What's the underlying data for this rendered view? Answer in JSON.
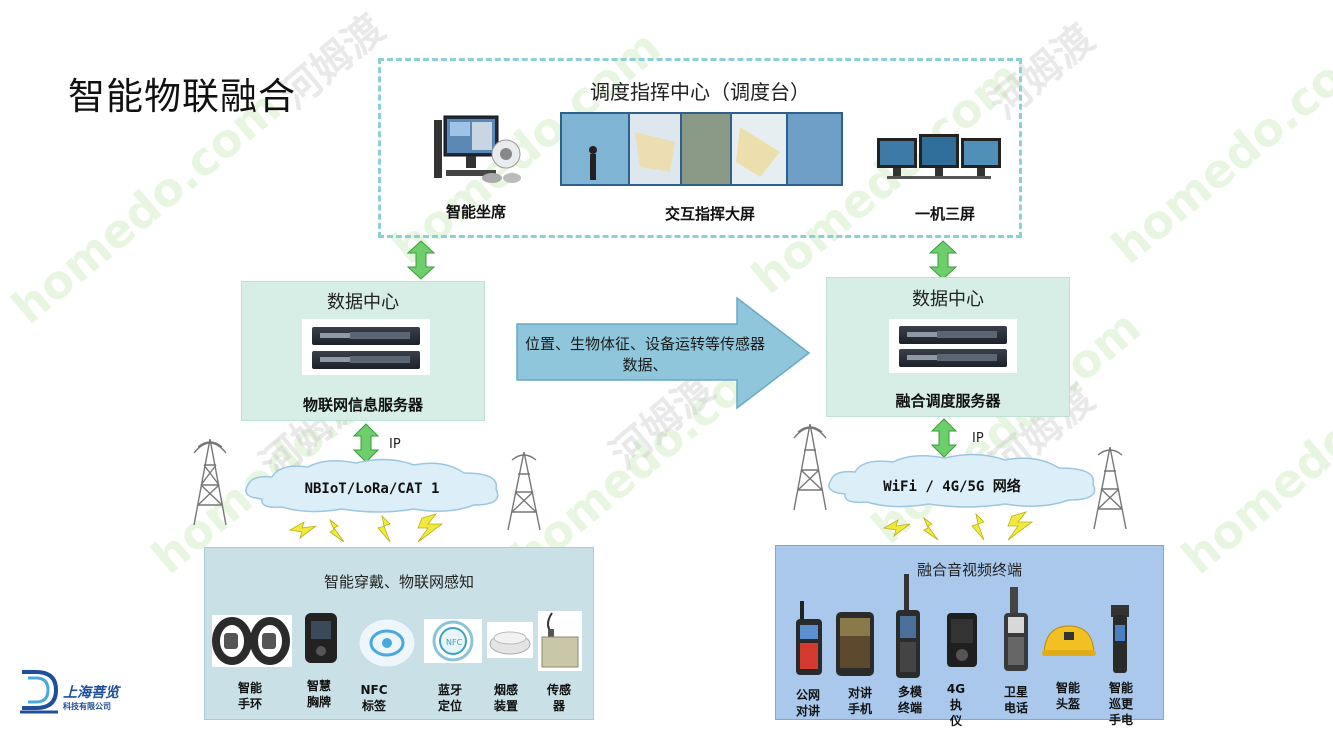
{
  "page_title": "智能物联融合",
  "dispatch_center": {
    "title": "调度指挥中心（调度台）",
    "items": [
      "智能坐席",
      "交互指挥大屏",
      "一机三屏"
    ]
  },
  "left_data_center": {
    "title": "数据中心",
    "server_label": "物联网信息服务器",
    "link_label": "IP",
    "network": "NBIoT/LoRa/CAT 1"
  },
  "right_data_center": {
    "title": "数据中心",
    "server_label": "融合调度服务器",
    "link_label": "IP",
    "network": "WiFi / 4G/5G 网络"
  },
  "flow_arrow_text": "位置、生物体征、设备运转等传感器数据、",
  "left_terminals": {
    "title": "智能穿戴、物联网感知",
    "devices": [
      {
        "label": "智能\n手环"
      },
      {
        "label": "智慧\n胸牌"
      },
      {
        "label": "NFC\n标签"
      },
      {
        "label": "蓝牙\n定位"
      },
      {
        "label": "烟感\n装置"
      },
      {
        "label": "传感\n器"
      }
    ]
  },
  "right_terminals": {
    "title": "融合音视频终端",
    "devices": [
      {
        "label": "公网\n对讲"
      },
      {
        "label": "对讲\n手机"
      },
      {
        "label": "多模\n终端"
      },
      {
        "label": "4G\n执\n仪"
      },
      {
        "label": "卫星\n电话"
      },
      {
        "label": "智能\n头盔"
      },
      {
        "label": "智能\n巡更\n手电"
      }
    ]
  },
  "logo": {
    "name": "上海菩览",
    "sub": "科技有限公司"
  },
  "watermarks": [
    "homedo.com",
    "河姆渡"
  ],
  "colors": {
    "panel_bg": "#d6eee6",
    "dispatch_border": "#8ccfd6",
    "link_arrow": "#6ccf6c",
    "flow_arrow": "#8fc6dc",
    "left_bottom_bg": "#c9e1e6",
    "right_bottom_bg": "#a9c8ec"
  }
}
